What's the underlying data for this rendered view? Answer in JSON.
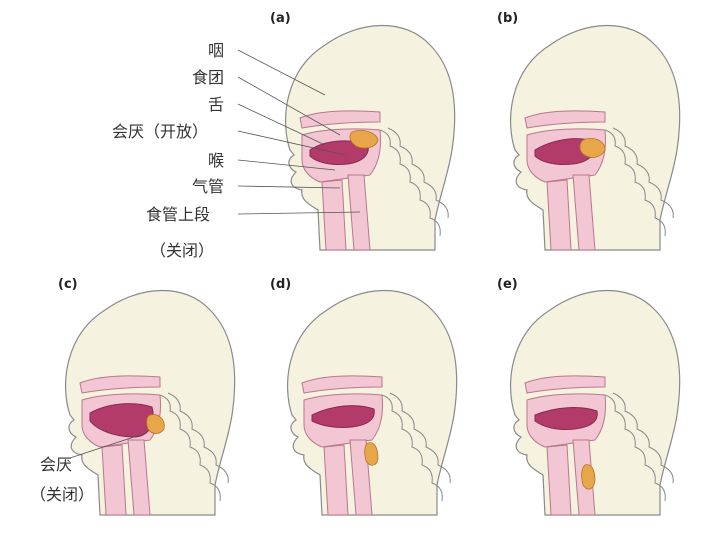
{
  "panels": [
    {
      "label": "(a)"
    },
    {
      "label": "(b)"
    },
    {
      "label": "(c)"
    },
    {
      "label": "(d)"
    },
    {
      "label": "(e)"
    }
  ],
  "annotations_a": [
    {
      "text": "咽"
    },
    {
      "text": "食团"
    },
    {
      "text": "舌"
    },
    {
      "text": "会厌（开放）"
    },
    {
      "text": "喉"
    },
    {
      "text": "气管"
    },
    {
      "text": "食管上段"
    },
    {
      "text": "（关闭）"
    }
  ],
  "annotations_c": [
    {
      "text": "会厌"
    },
    {
      "text": "（关闭）"
    }
  ],
  "colors": {
    "head": "#f5f2df",
    "pink": "#f2c6d2",
    "tongue": "#b23b6a",
    "bolus": "#e8a64a"
  }
}
